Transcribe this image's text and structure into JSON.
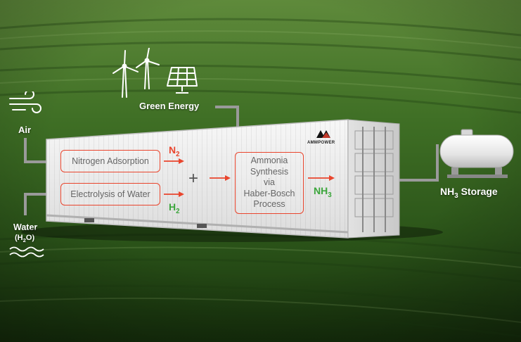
{
  "labels": {
    "green_energy": "Green Energy",
    "air": "Air",
    "water": "Water",
    "water_formula_prefix": "(H",
    "water_formula_sub": "2",
    "water_formula_suffix": "O)",
    "storage_prefix": "NH",
    "storage_sub": "3",
    "storage_suffix": " Storage",
    "brand": "AMMPOWER"
  },
  "process": {
    "nitrogen_box": "Nitrogen Adsorption",
    "electrolysis_box": "Electrolysis of Water",
    "synthesis_lines": [
      "Ammonia",
      "Synthesis",
      "via",
      "Haber-Bosch",
      "Process"
    ],
    "plus": "+"
  },
  "molecules": {
    "n2_base": "N",
    "n2_sub": "2",
    "h2_base": "H",
    "h2_sub": "2",
    "nh3_base": "NH",
    "nh3_sub": "3"
  },
  "colors": {
    "accent_red": "#e9452d",
    "hydrogen_green": "#3ca63c",
    "field_green": "#2f5a1e"
  },
  "icons": [
    "wind-turbine-icon",
    "solar-panel-icon",
    "wind-icon",
    "water-waves-icon",
    "storage-tank-icon",
    "brand-logo-icon"
  ]
}
